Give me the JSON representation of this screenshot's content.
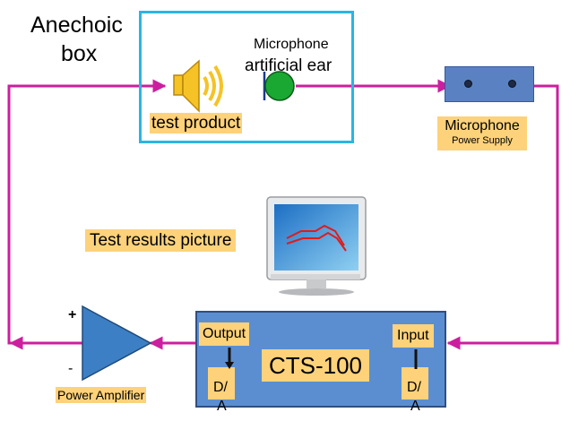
{
  "title_anechoic": [
    "Anechoic",
    "box"
  ],
  "microphone_label": "Microphone",
  "artificial_ear_label": "artificial ear",
  "test_product_label": "test product",
  "mic_power_supply": {
    "title": "Microphone",
    "subtitle": "Power Supply"
  },
  "test_results_label": "Test results picture",
  "amplifier": {
    "plus": "+",
    "minus": "-",
    "label": "Power Amplifier"
  },
  "cts": {
    "title": "CTS-100",
    "output_label": "Output",
    "input_label": "Input",
    "da_left": [
      "D/",
      "A"
    ],
    "da_right": [
      "D/",
      "A"
    ]
  },
  "colors": {
    "wire": "#cc1f9e",
    "box_border": "#29b6e3",
    "unit_fill": "#5b8ed0",
    "label_bg": "#fdd27a",
    "mic_green": "#1aa832",
    "speaker": "#f5c326"
  }
}
